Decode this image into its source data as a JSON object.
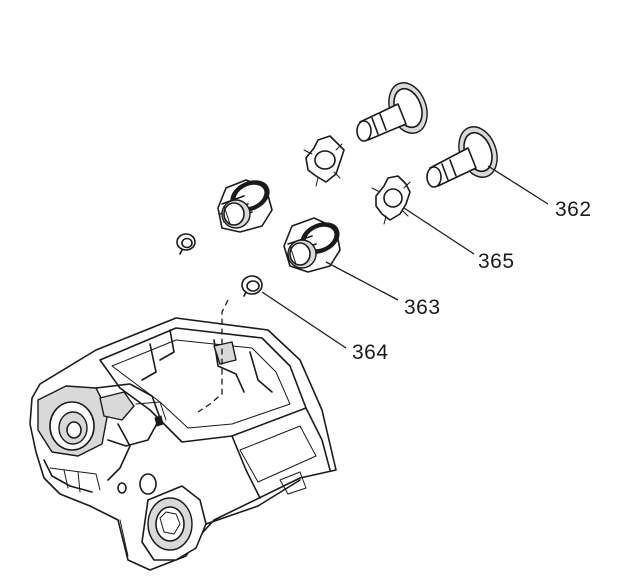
{
  "callouts": [
    {
      "id": "362",
      "label": "362"
    },
    {
      "id": "365",
      "label": "365"
    },
    {
      "id": "363",
      "label": "363"
    },
    {
      "id": "364",
      "label": "364"
    }
  ]
}
